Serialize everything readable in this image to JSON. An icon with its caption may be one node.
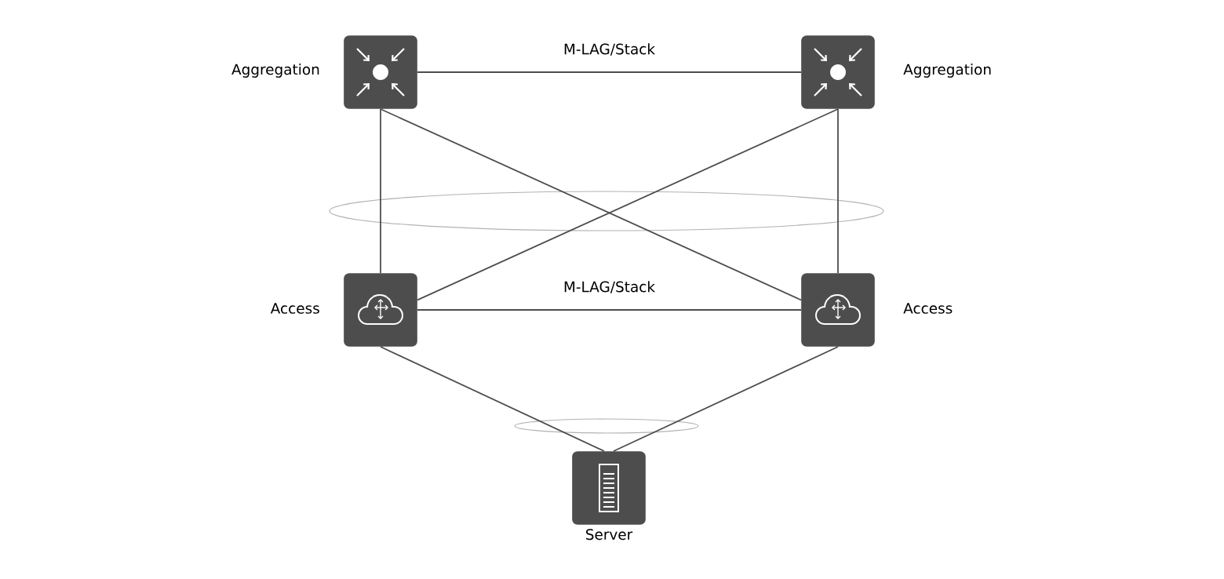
{
  "diagram": {
    "nodes": [
      {
        "text": [],
        "shape": "box",
        "beside": [
          "Aggregation"
        ]
      },
      {
        "text": [],
        "shape": "box",
        "beside": [
          "Aggregation"
        ]
      },
      {
        "text": [],
        "shape": "box",
        "beside": [
          "Access"
        ]
      },
      {
        "text": [],
        "shape": "box",
        "beside": [
          "Access"
        ]
      },
      {
        "text": [],
        "shape": "box",
        "beside": [
          "Server"
        ]
      }
    ],
    "edges": [
      {
        "from": 0,
        "to": 1,
        "arrow": "none",
        "label": "M-LAG/Stack"
      },
      {
        "from": 0,
        "to": 2,
        "arrow": "none"
      },
      {
        "from": 0,
        "to": 3,
        "arrow": "none"
      },
      {
        "from": 1,
        "to": 2,
        "arrow": "none"
      },
      {
        "from": 1,
        "to": 3,
        "arrow": "none"
      },
      {
        "from": 2,
        "to": 3,
        "arrow": "none",
        "label": "M-LAG/Stack"
      },
      {
        "from": 2,
        "to": 4,
        "arrow": "none"
      },
      {
        "from": 3,
        "to": 4,
        "arrow": "none"
      }
    ]
  }
}
